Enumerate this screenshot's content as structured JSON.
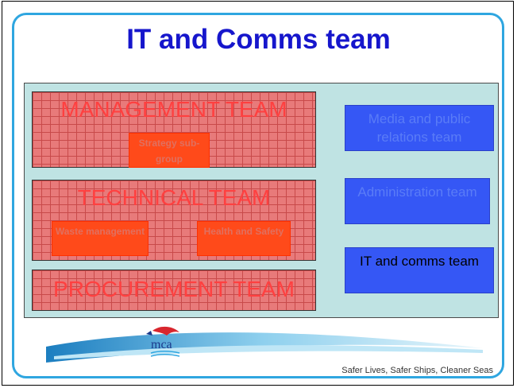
{
  "title": "IT and Comms team",
  "teams": [
    {
      "label": "MANAGEMENT TEAM",
      "subgroups": [
        "Strategy sub-group"
      ]
    },
    {
      "label": "TECHNICAL TEAM",
      "subgroups": [
        "Waste management",
        "Health and Safety"
      ]
    },
    {
      "label": "PROCUREMENT TEAM",
      "subgroups": []
    }
  ],
  "side_teams": [
    {
      "label": "Media and public relations team",
      "highlighted": false
    },
    {
      "label": "Administration team",
      "highlighted": false
    },
    {
      "label": "IT and comms team",
      "highlighted": true
    }
  ],
  "footer": {
    "logo_text": "mca",
    "tagline": "Safer Lives, Safer Ships, Cleaner Seas"
  },
  "colors": {
    "title": "#1616cc",
    "frame": "#2fa6e0",
    "team_fill": "#e87a7a",
    "subgroup_fill": "#ff4a1a",
    "side_box_fill": "#3557f5",
    "diagram_bg": "#bfe3e3"
  }
}
